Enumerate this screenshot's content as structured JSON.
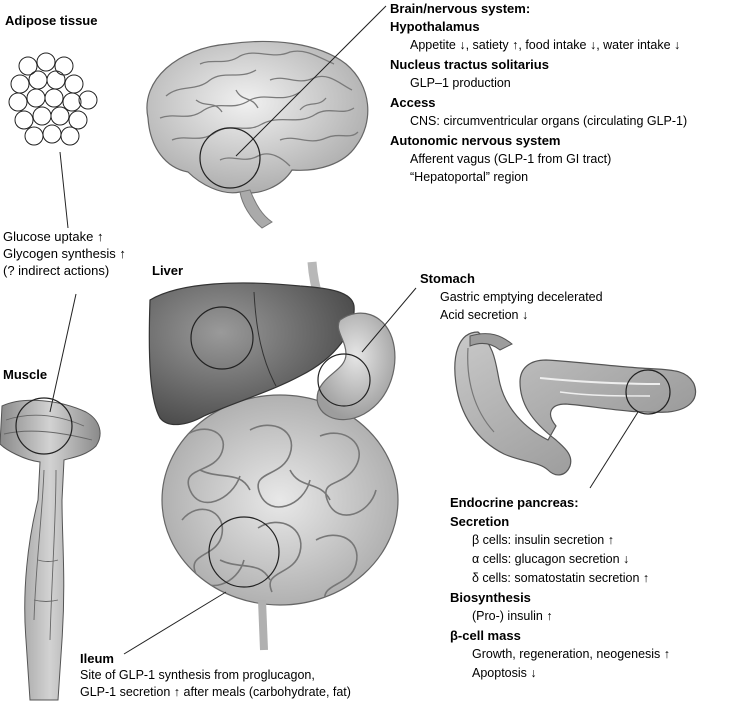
{
  "adipose": {
    "title": "Adipose tissue",
    "effects": [
      "Glucose uptake ↑",
      "Glycogen synthesis ↑",
      "(? indirect actions)"
    ]
  },
  "brain": {
    "title": "Brain/nervous system:",
    "sections": [
      {
        "heading": "Hypothalamus",
        "lines": [
          "Appetite ↓, satiety ↑, food intake ↓, water intake ↓"
        ]
      },
      {
        "heading": "Nucleus tractus solitarius",
        "lines": [
          "GLP–1 production"
        ]
      },
      {
        "heading": "Access",
        "lines": [
          "CNS: circumventricular organs (circulating GLP-1)"
        ]
      },
      {
        "heading": "Autonomic nervous system",
        "lines": [
          "Afferent vagus (GLP-1 from GI tract)",
          "“Hepatoportal” region"
        ]
      }
    ]
  },
  "liver": {
    "title": "Liver"
  },
  "stomach": {
    "title": "Stomach",
    "lines": [
      "Gastric emptying decelerated",
      "Acid secretion ↓"
    ]
  },
  "muscle": {
    "title": "Muscle"
  },
  "pancreas": {
    "title": "Endocrine pancreas:",
    "sections": [
      {
        "heading": "Secretion",
        "lines": [
          "β cells: insulin secretion ↑",
          "α cells: glucagon secretion ↓",
          "δ cells: somatostatin secretion ↑"
        ]
      },
      {
        "heading": "Biosynthesis",
        "lines": [
          "(Pro-) insulin ↑"
        ]
      },
      {
        "heading": "β-cell mass",
        "lines": [
          "Growth, regeneration, neogenesis ↑",
          "Apoptosis ↓"
        ]
      }
    ]
  },
  "ileum": {
    "title": "Ileum",
    "lines": [
      "Site of GLP-1 synthesis from proglucagon,",
      "GLP-1 secretion ↑ after meals (carbohydrate, fat)"
    ]
  }
}
